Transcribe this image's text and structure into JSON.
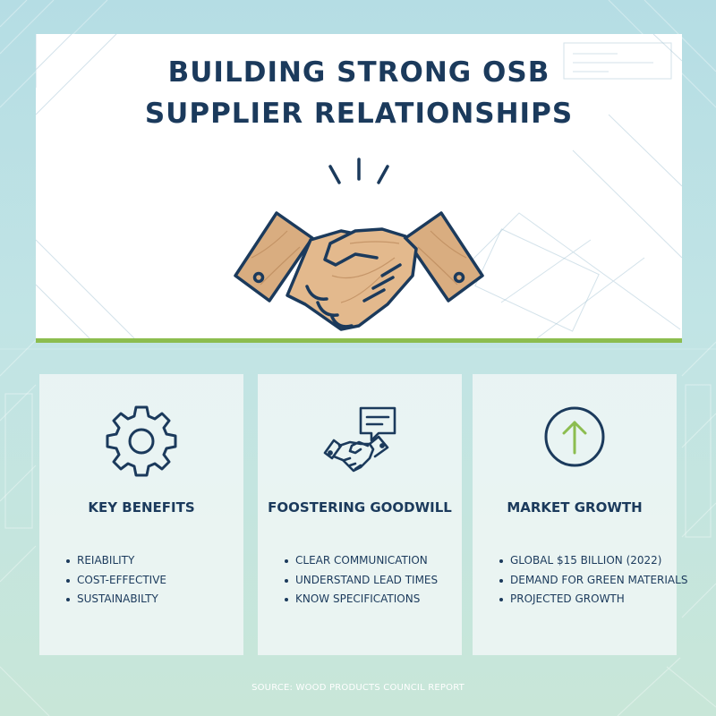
{
  "colors": {
    "navy": "#1b3a5c",
    "accent_green": "#8cbd4f",
    "wood": "#d9ad80",
    "background_top": "#b5dde4",
    "background_bottom": "#c8e6d8"
  },
  "hero": {
    "title_line1": "BUILDING STRONG OSB",
    "title_line2": "SUPPLIER RELATIONSHIPS",
    "illustration": "wooden-handshake-icon"
  },
  "cards": [
    {
      "icon": "gear-icon",
      "heading": "KEY BENEFITS",
      "items": [
        "REIABILITY",
        "COST-EFFECTIVE",
        "SUSTAINABILTY"
      ]
    },
    {
      "icon": "handshake-chat-icon",
      "heading": "FOOSTERING GOODWILL",
      "items": [
        "CLEAR COMMUNICATION",
        "UNDERSTAND LEAD TIMES",
        "KNOW SPECIFICATIONS"
      ]
    },
    {
      "icon": "up-arrow-circle-icon",
      "heading": "MARKET GROWTH",
      "items": [
        "GLOBAL $15 BILLION (2022)",
        "DEMAND FOR GREEN MATERIALS",
        "PROJECTED GROWTH"
      ]
    }
  ],
  "footer": {
    "source": "SOURCE: WOOD PRODUCTS COUNCIL REPORT"
  }
}
